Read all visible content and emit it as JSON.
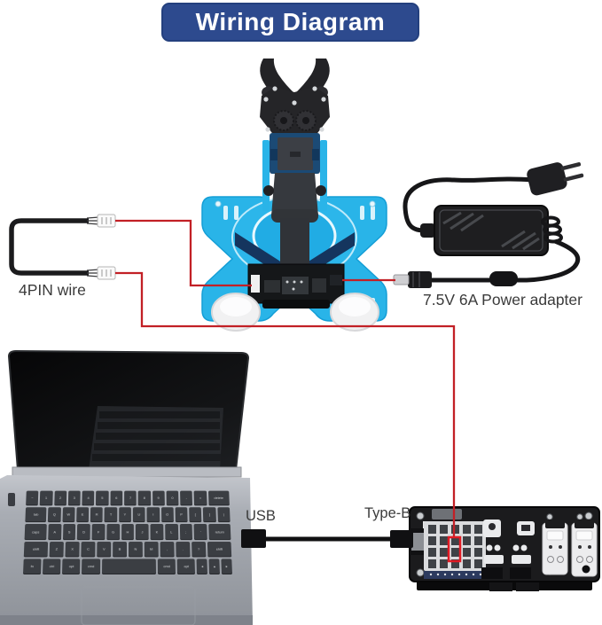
{
  "title": "Wiring Diagram",
  "labels": {
    "four_pin_wire": "4PIN wire",
    "power_adapter": "7.5V 6A Power adapter",
    "usb": "USB",
    "type_b": "Type-B"
  },
  "colors": {
    "banner_bg": "#2d4a8e",
    "banner_text": "#ffffff",
    "wire_red": "#c22026",
    "highlight_red": "#e11b24",
    "cable_black": "#161618",
    "robot_blue": "#29b4e8",
    "robot_navy": "#15355e",
    "board_black": "#1b1b1d",
    "label_text": "#3b3b3b"
  },
  "components": {
    "robot": "robot arm with gripper on blue suction-cup base",
    "four_pin_wire": "black U-shaped cable with two white 4-pin connectors",
    "power_adapter": "black power brick with two-prong plug and barrel jack",
    "laptop": "gray laptop with dark keyboard",
    "control_board": "black controller board with relay modules and pin headers"
  },
  "connections": [
    {
      "from": "4pin-wire-top-connector",
      "to": "robot-base-board-left-port",
      "color": "#c22026"
    },
    {
      "from": "4pin-wire-bottom-connector",
      "to": "control-board-highlighted-port",
      "color": "#c22026"
    },
    {
      "from": "power-adapter-barrel-plug",
      "to": "robot-base-board-right-port",
      "color": "#c22026"
    },
    {
      "from": "laptop-usb-port",
      "to": "control-board-type-b-port",
      "color": "#161618"
    }
  ],
  "laptop": {
    "keyboard_rows": [
      [
        "~",
        "1",
        "2",
        "3",
        "4",
        "5",
        "6",
        "7",
        "8",
        "9",
        "0",
        "-",
        "=",
        "delete"
      ],
      [
        "tab",
        "Q",
        "W",
        "E",
        "R",
        "T",
        "Y",
        "U",
        "I",
        "O",
        "P",
        "[",
        "]",
        "|"
      ],
      [
        "caps",
        "A",
        "S",
        "D",
        "F",
        "G",
        "H",
        "J",
        "K",
        "L",
        ";",
        "'",
        "return"
      ],
      [
        "shift",
        "Z",
        "X",
        "C",
        "V",
        "B",
        "N",
        "M",
        ",",
        ".",
        "?",
        "shift"
      ],
      [
        "fn",
        "ctrl",
        "opt",
        "cmd",
        " ",
        "cmd",
        "opt",
        "◂",
        "▴",
        "▸"
      ]
    ]
  }
}
